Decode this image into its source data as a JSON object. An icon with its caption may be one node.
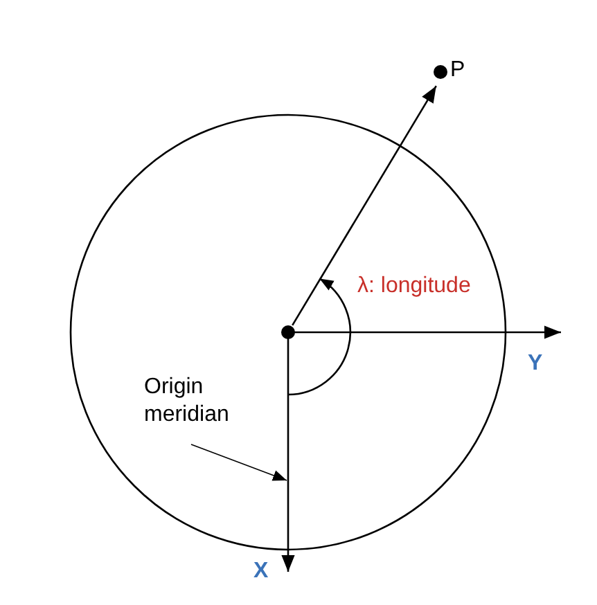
{
  "diagram": {
    "nodes": [
      {
        "text": [],
        "shape": "circle"
      },
      {
        "text": [
          "P"
        ]
      },
      {
        "text": [
          "Origin meridian"
        ]
      }
    ],
    "edges": [
      {
        "from": 0,
        "to": 1,
        "arrow": "to"
      },
      {
        "from": 2,
        "to": null,
        "arrow": "to"
      }
    ],
    "labels": [
      "λ: longitude",
      "Y",
      "X"
    ]
  }
}
